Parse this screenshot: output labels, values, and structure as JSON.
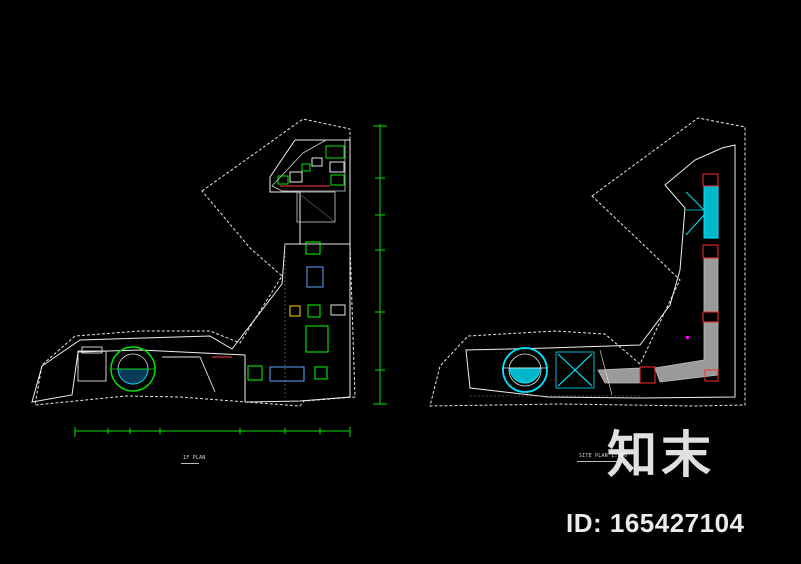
{
  "drawing": {
    "left_plan_caption": "1F PLAN",
    "right_plan_caption": "SITE PLAN 1:500"
  },
  "watermark": {
    "logo_text": "知末",
    "id_text": "ID: 165427104"
  },
  "colors": {
    "background": "#000000",
    "outline": "#e6e6e6",
    "dimension": "#00e000",
    "cyan": "#00e5ff",
    "grey_fill": "#9a9a9a",
    "red": "#ff2a2a",
    "magenta": "#ff00ff"
  }
}
